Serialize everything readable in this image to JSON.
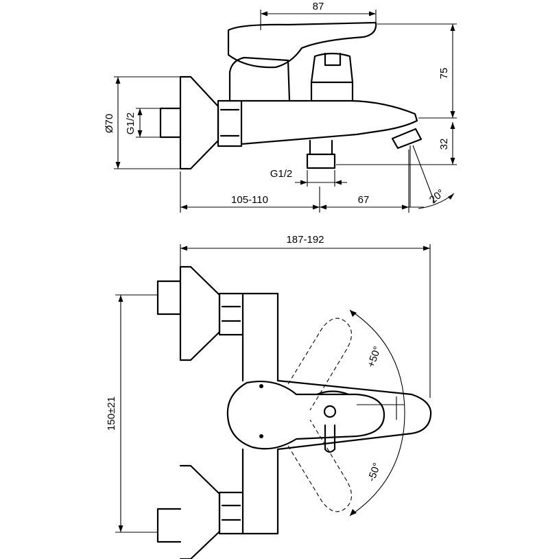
{
  "side_view": {
    "dims": {
      "top_width": "87",
      "height_total": "75",
      "spout_drop": "32",
      "rosette_diameter": "Ø70",
      "inlet_thread": "G1/2",
      "outlet_thread": "G1/2",
      "wall_to_outlet": "105-110",
      "outlet_to_spout": "67",
      "spout_angle": "20°"
    }
  },
  "top_view": {
    "dims": {
      "overall_width": "187-192",
      "centers": "150±21",
      "rotate_pos": "+50°",
      "rotate_neg": "-50°"
    }
  }
}
